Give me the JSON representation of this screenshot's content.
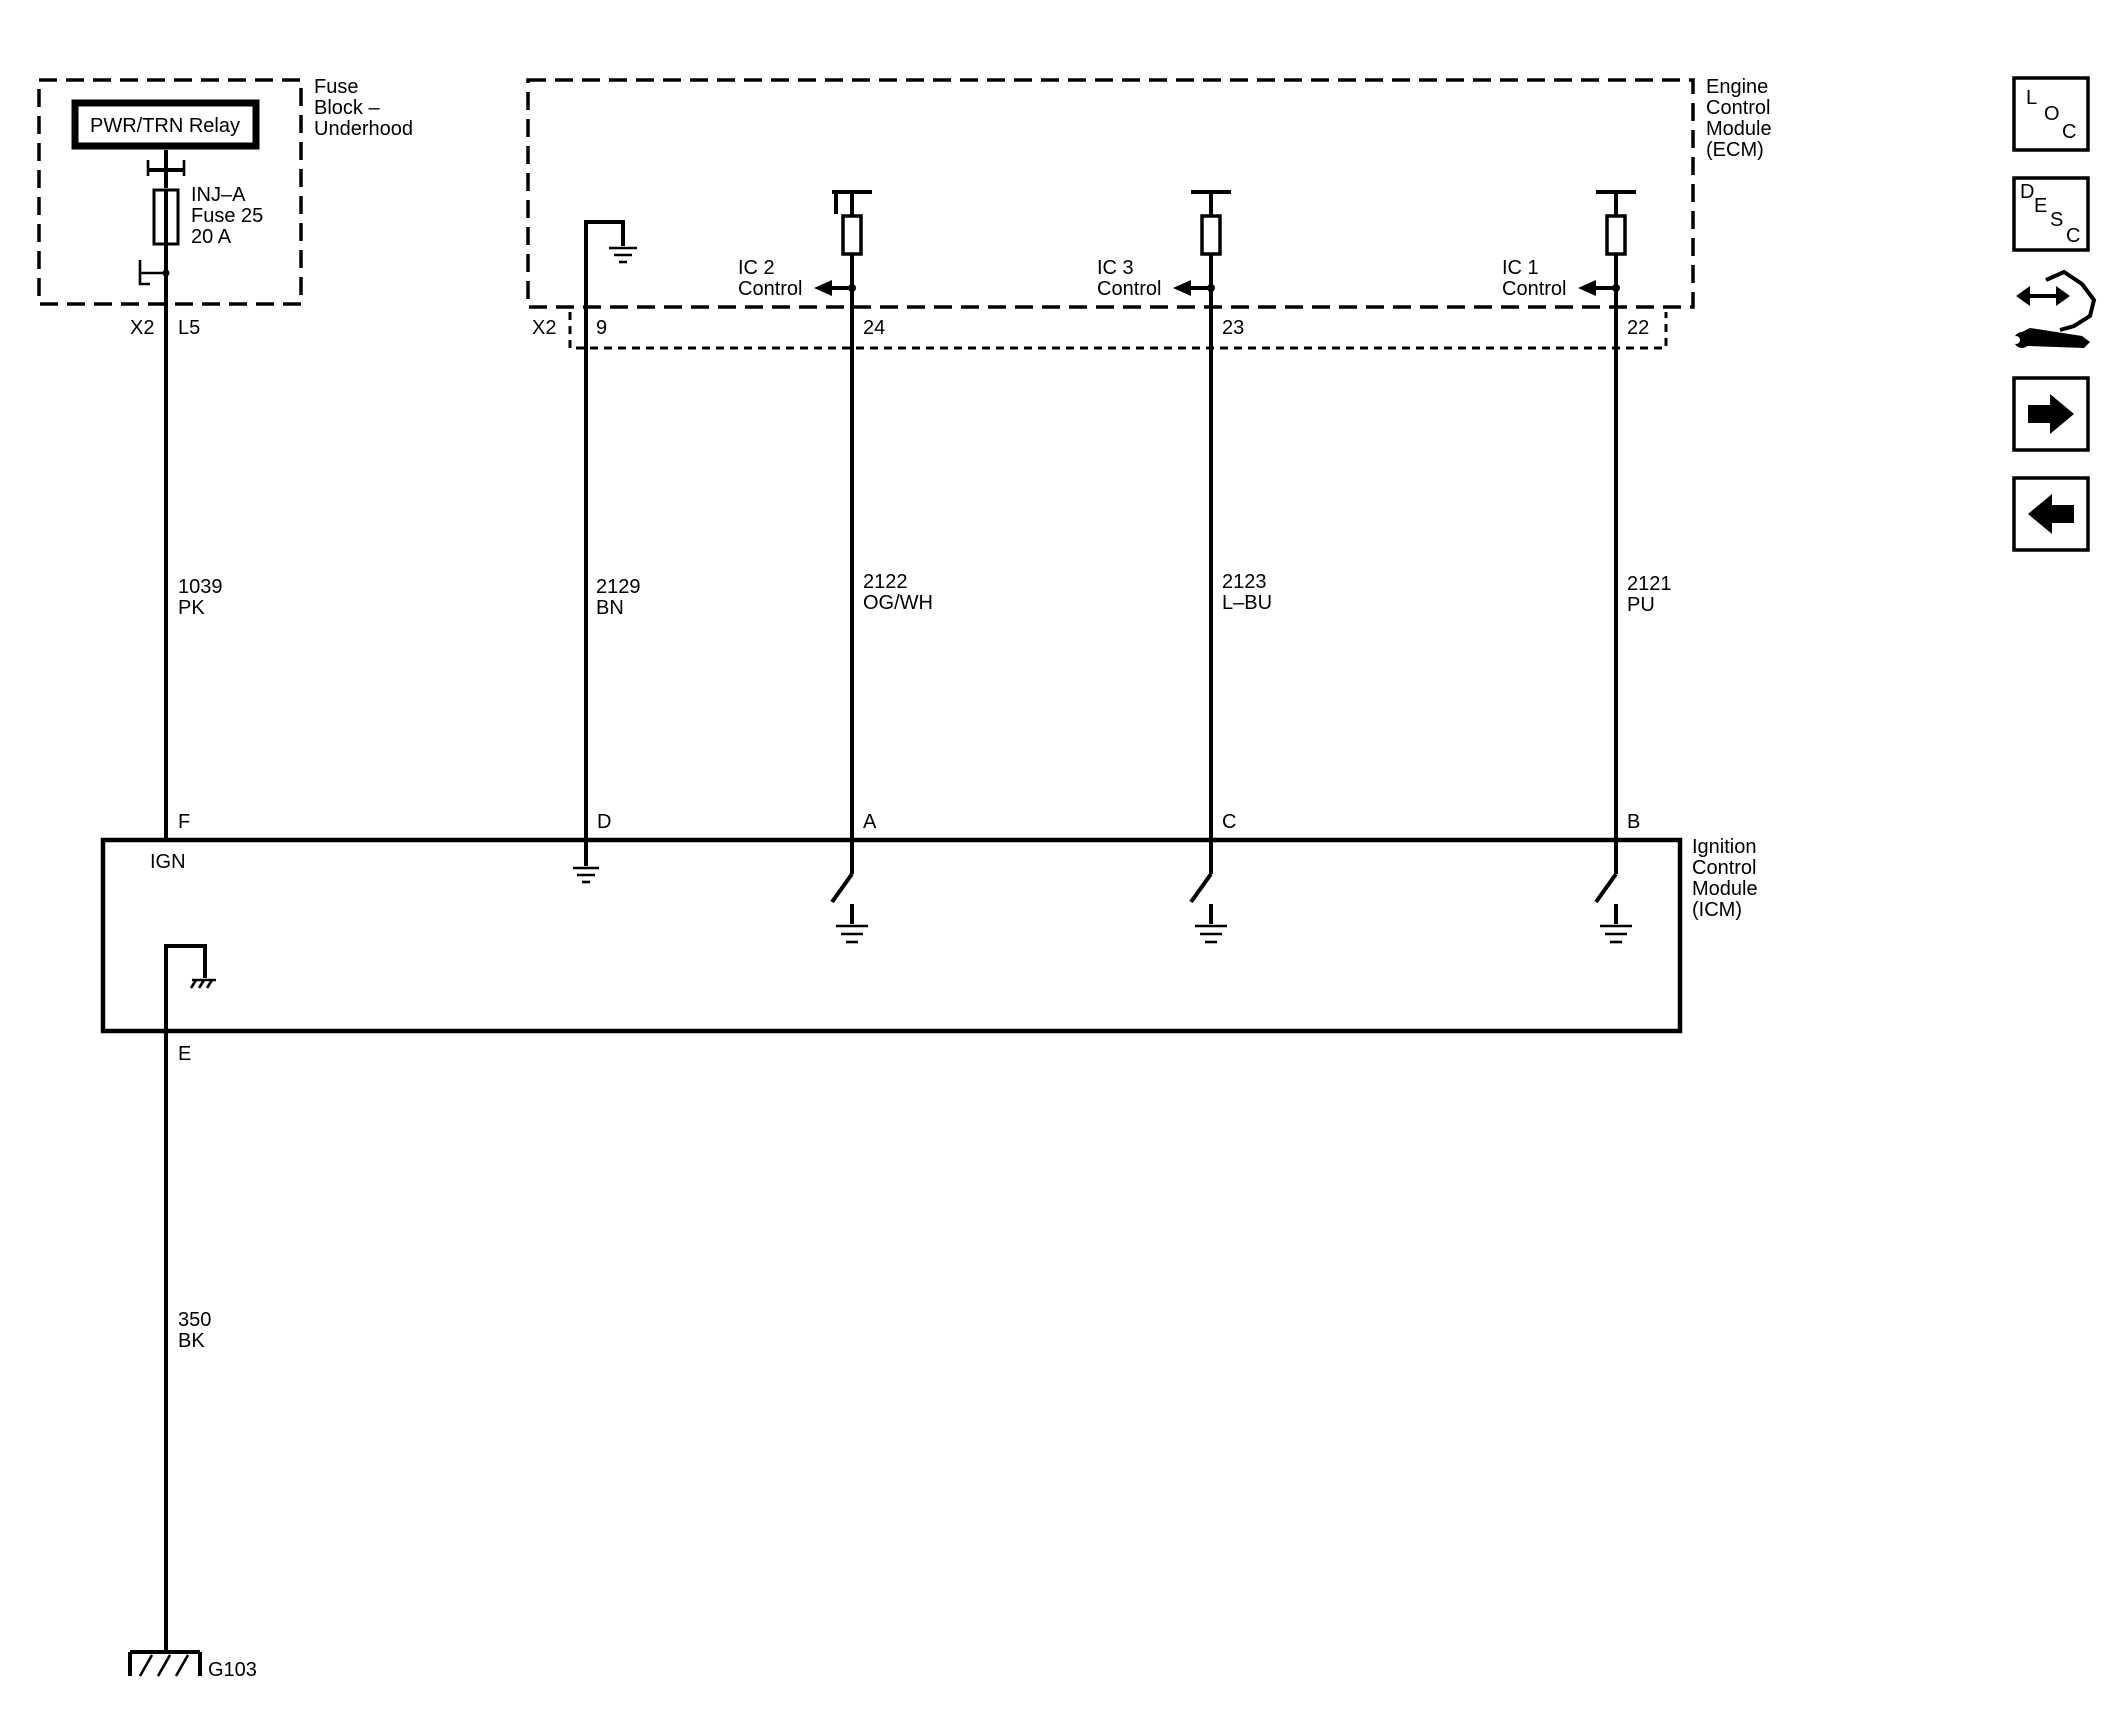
{
  "modules": {
    "fuse_block": {
      "line1": "Fuse",
      "line2": "Block –",
      "line3": "Underhood"
    },
    "ecm": {
      "line1": "Engine",
      "line2": "Control",
      "line3": "Module",
      "line4": "(ECM)"
    },
    "icm": {
      "line1": "Ignition",
      "line2": "Control",
      "line3": "Module",
      "line4": "(ICM)"
    }
  },
  "relay": {
    "label": "PWR/TRN Relay"
  },
  "fuse": {
    "name": "INJ–A",
    "number": "Fuse 25",
    "rating": "20 A"
  },
  "connectors": {
    "fuse_x2": "X2",
    "fuse_l5": "L5",
    "ecm_x2": "X2",
    "ecm_9": "9",
    "ecm_24": "24",
    "ecm_23": "23",
    "ecm_22": "22"
  },
  "ecm_signals": {
    "ic2": {
      "line1": "IC 2",
      "line2": "Control"
    },
    "ic3": {
      "line1": "IC 3",
      "line2": "Control"
    },
    "ic1": {
      "line1": "IC 1",
      "line2": "Control"
    }
  },
  "wires": {
    "w1039": {
      "circuit": "1039",
      "color": "PK"
    },
    "w2129": {
      "circuit": "2129",
      "color": "BN"
    },
    "w2122": {
      "circuit": "2122",
      "color": "OG/WH"
    },
    "w2123": {
      "circuit": "2123",
      "color": "L–BU"
    },
    "w2121": {
      "circuit": "2121",
      "color": "PU"
    },
    "w350": {
      "circuit": "350",
      "color": "BK"
    }
  },
  "icm_pins": {
    "F": "F",
    "D": "D",
    "A": "A",
    "C": "C",
    "B": "B",
    "E": "E",
    "ign": "IGN"
  },
  "ground": {
    "label": "G103"
  },
  "nav": {
    "loc": {
      "l1": "L",
      "l2": "O",
      "l3": "C"
    },
    "desc": {
      "l1": "D",
      "l2": "E",
      "l3": "S",
      "l4": "C"
    },
    "icons": [
      "location-button",
      "description-button",
      "connector-views-icon",
      "next-arrow-icon",
      "back-arrow-icon"
    ]
  }
}
